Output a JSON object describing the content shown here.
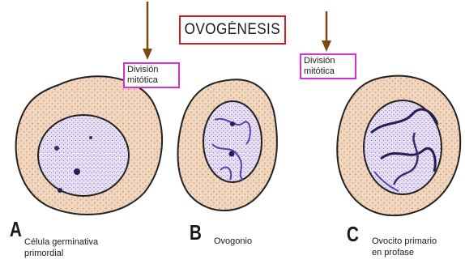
{
  "title": "OVOGÉNESIS",
  "division_labels": [
    {
      "line1": "División",
      "line2": "mitótica"
    },
    {
      "line1": "División",
      "line2": "mitótica"
    }
  ],
  "panels": [
    {
      "letter": "A",
      "caption_line1": "Célula germinativa",
      "caption_line2": "primordial"
    },
    {
      "letter": "B",
      "caption_line1": "Ovogonio",
      "caption_line2": ""
    },
    {
      "letter": "C",
      "caption_line1": "Ovocito primario",
      "caption_line2": "en profase"
    }
  ],
  "colors": {
    "title_border": "#cc1f1f",
    "label_border": "#d72fd7",
    "arrow": "#7a4a14",
    "cytoplasm": "#f1d7bf",
    "cytoplasm_dots": "#c9956a",
    "nucleus": "#e6e0f2",
    "chromatin": "#7a52c4",
    "outline": "#222222"
  }
}
